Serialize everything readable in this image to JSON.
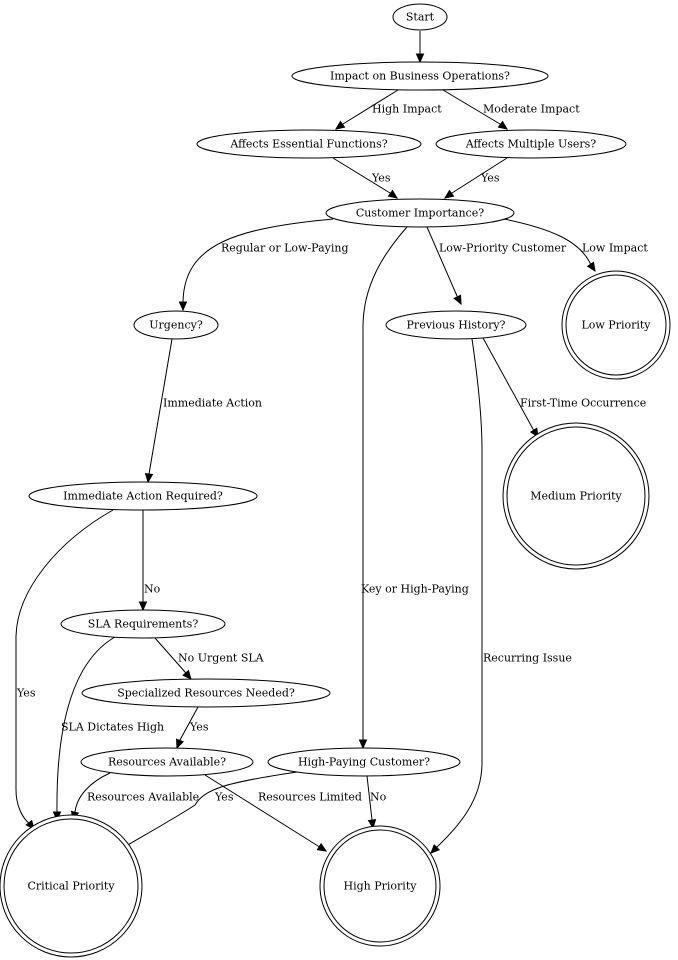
{
  "diagram": {
    "type": "flowchart",
    "nodes": {
      "start": {
        "label": "Start",
        "shape": "ellipse"
      },
      "impact": {
        "label": "Impact on Business Operations?",
        "shape": "ellipse"
      },
      "essential": {
        "label": "Affects Essential Functions?",
        "shape": "ellipse"
      },
      "multiple": {
        "label": "Affects Multiple Users?",
        "shape": "ellipse"
      },
      "customer": {
        "label": "Customer Importance?",
        "shape": "ellipse"
      },
      "urgency": {
        "label": "Urgency?",
        "shape": "ellipse"
      },
      "history": {
        "label": "Previous History?",
        "shape": "ellipse"
      },
      "low": {
        "label": "Low Priority",
        "shape": "doublecircle"
      },
      "immediate": {
        "label": "Immediate Action Required?",
        "shape": "ellipse"
      },
      "medium": {
        "label": "Medium Priority",
        "shape": "doublecircle"
      },
      "sla": {
        "label": "SLA Requirements?",
        "shape": "ellipse"
      },
      "specialized": {
        "label": "Specialized Resources Needed?",
        "shape": "ellipse"
      },
      "resources": {
        "label": "Resources Available?",
        "shape": "ellipse"
      },
      "highpaying": {
        "label": "High-Paying Customer?",
        "shape": "ellipse"
      },
      "critical": {
        "label": "Critical Priority",
        "shape": "doublecircle"
      },
      "high": {
        "label": "High Priority",
        "shape": "doublecircle"
      }
    },
    "edges": [
      {
        "id": "start-impact",
        "from": "start",
        "to": "impact",
        "label": ""
      },
      {
        "id": "impact-essential",
        "from": "impact",
        "to": "essential",
        "label": "High Impact"
      },
      {
        "id": "impact-multiple",
        "from": "impact",
        "to": "multiple",
        "label": "Moderate Impact"
      },
      {
        "id": "essential-customer",
        "from": "essential",
        "to": "customer",
        "label": "Yes"
      },
      {
        "id": "multiple-customer",
        "from": "multiple",
        "to": "customer",
        "label": "Yes"
      },
      {
        "id": "customer-urgency",
        "from": "customer",
        "to": "urgency",
        "label": "Regular or Low-Paying"
      },
      {
        "id": "customer-highpaying",
        "from": "customer",
        "to": "highpaying",
        "label": "Key or High-Paying"
      },
      {
        "id": "customer-history",
        "from": "customer",
        "to": "history",
        "label": "Low-Priority Customer"
      },
      {
        "id": "customer-low",
        "from": "customer",
        "to": "low",
        "label": "Low Impact"
      },
      {
        "id": "urgency-immediate",
        "from": "urgency",
        "to": "immediate",
        "label": "Immediate Action"
      },
      {
        "id": "history-medium",
        "from": "history",
        "to": "medium",
        "label": "First-Time Occurrence"
      },
      {
        "id": "history-high",
        "from": "history",
        "to": "high",
        "label": "Recurring Issue"
      },
      {
        "id": "immediate-critical",
        "from": "immediate",
        "to": "critical",
        "label": "Yes"
      },
      {
        "id": "immediate-sla",
        "from": "immediate",
        "to": "sla",
        "label": "No"
      },
      {
        "id": "sla-critical",
        "from": "sla",
        "to": "critical",
        "label": "SLA Dictates High"
      },
      {
        "id": "sla-specialized",
        "from": "sla",
        "to": "specialized",
        "label": "No Urgent SLA"
      },
      {
        "id": "specialized-resources",
        "from": "specialized",
        "to": "resources",
        "label": "Yes"
      },
      {
        "id": "resources-critical",
        "from": "resources",
        "to": "critical",
        "label": "Resources Available"
      },
      {
        "id": "resources-high",
        "from": "resources",
        "to": "high",
        "label": "Resources Limited"
      },
      {
        "id": "highpaying-critical",
        "from": "highpaying",
        "to": "critical",
        "label": "Yes"
      },
      {
        "id": "highpaying-high",
        "from": "highpaying",
        "to": "high",
        "label": "No"
      }
    ]
  }
}
